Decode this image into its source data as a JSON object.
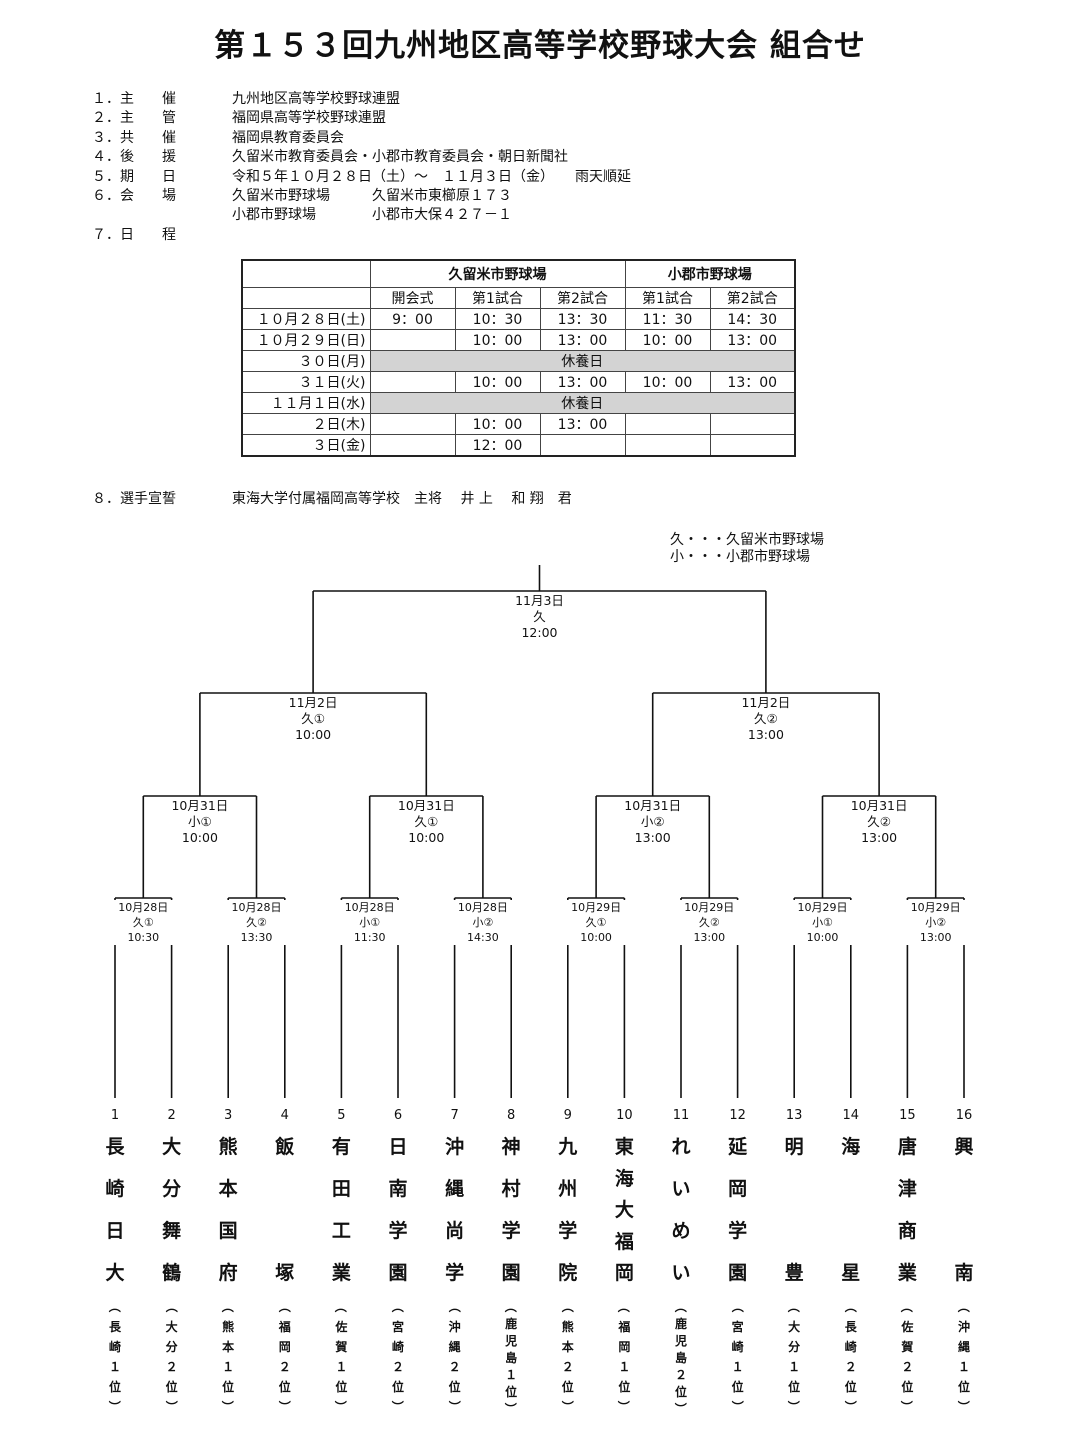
{
  "title": "第１５３回九州地区高等学校野球大会 組合せ",
  "info": [
    {
      "label": "１．主　　催",
      "value": "九州地区高等学校野球連盟"
    },
    {
      "label": "２．主　　管",
      "value": "福岡県高等学校野球連盟"
    },
    {
      "label": "３．共　　催",
      "value": "福岡県教育委員会"
    },
    {
      "label": "４．後　　援",
      "value": "久留米市教育委員会・小郡市教育委員会・朝日新聞社"
    },
    {
      "label": "５．期　　日",
      "value": "令和５年１０月２８日（土）～　１１月３日（金）　　雨天順延"
    },
    {
      "label": "６．会　　場",
      "value": "久留米市野球場　　　久留米市東櫛原１７３"
    },
    {
      "label": "",
      "value": "小郡市野球場　　　　小郡市大保４２７－１"
    },
    {
      "label": "７．日　　程",
      "value": ""
    }
  ],
  "schedule": {
    "venues": [
      "久留米市野球場",
      "小郡市野球場"
    ],
    "cols": [
      "開会式",
      "第1試合",
      "第2試合",
      "第1試合",
      "第2試合"
    ],
    "rows": [
      {
        "date": "１０月２８日(土)",
        "cells": [
          "9：00",
          "10：30",
          "13：30",
          "11：30",
          "14：30"
        ]
      },
      {
        "date": "１０月２９日(日)",
        "cells": [
          "",
          "10：00",
          "13：00",
          "10：00",
          "13：00"
        ]
      },
      {
        "date": "３０日(月)",
        "rest": "休養日"
      },
      {
        "date": "３１日(火)",
        "cells": [
          "",
          "10：00",
          "13：00",
          "10：00",
          "13：00"
        ]
      },
      {
        "date": "１１月１日(水)",
        "rest": "休養日"
      },
      {
        "date": "２日(木)",
        "cells": [
          "",
          "10：00",
          "13：00",
          "",
          ""
        ]
      },
      {
        "date": "３日(金)",
        "cells": [
          "",
          "12：00",
          "",
          "",
          ""
        ]
      }
    ]
  },
  "oath": {
    "label": "８．選手宣誓",
    "value": "東海大学付属福岡高等学校　主将　 井 上　 和 翔　君"
  },
  "legend": [
    "久・・・久留米市野球場",
    "小・・・小郡市野球場"
  ],
  "matches": {
    "final": {
      "date": "11月3日",
      "venue": "久",
      "time": "12:00"
    },
    "semis": [
      {
        "date": "11月2日",
        "venue": "久①",
        "time": "10:00"
      },
      {
        "date": "11月2日",
        "venue": "久②",
        "time": "13:00"
      }
    ],
    "quarters": [
      {
        "date": "10月31日",
        "venue": "小①",
        "time": "10:00"
      },
      {
        "date": "10月31日",
        "venue": "久①",
        "time": "10:00"
      },
      {
        "date": "10月31日",
        "venue": "小②",
        "time": "13:00"
      },
      {
        "date": "10月31日",
        "venue": "久②",
        "time": "13:00"
      }
    ],
    "first": [
      {
        "date": "10月28日",
        "venue": "久①",
        "time": "10:30"
      },
      {
        "date": "10月28日",
        "venue": "久②",
        "time": "13:30"
      },
      {
        "date": "10月28日",
        "venue": "小①",
        "time": "11:30"
      },
      {
        "date": "10月28日",
        "venue": "小②",
        "time": "14:30"
      },
      {
        "date": "10月29日",
        "venue": "久①",
        "time": "10:00"
      },
      {
        "date": "10月29日",
        "venue": "久②",
        "time": "13:00"
      },
      {
        "date": "10月29日",
        "venue": "小①",
        "time": "10:00"
      },
      {
        "date": "10月29日",
        "venue": "小②",
        "time": "13:00"
      }
    ]
  },
  "teams": [
    {
      "num": "1",
      "school": [
        "長",
        "崎",
        "日",
        "大"
      ],
      "pref": [
        "（",
        "長",
        "崎",
        "１",
        "位",
        "）"
      ]
    },
    {
      "num": "2",
      "school": [
        "大",
        "分",
        "舞",
        "鶴"
      ],
      "pref": [
        "（",
        "大",
        "分",
        "２",
        "位",
        "）"
      ]
    },
    {
      "num": "3",
      "school": [
        "熊",
        "本",
        "国",
        "府"
      ],
      "pref": [
        "（",
        "熊",
        "本",
        "１",
        "位",
        "）"
      ]
    },
    {
      "num": "4",
      "school": [
        "飯",
        "",
        "",
        "塚"
      ],
      "pref": [
        "（",
        "福",
        "岡",
        "２",
        "位",
        "）"
      ]
    },
    {
      "num": "5",
      "school": [
        "有",
        "田",
        "工",
        "業"
      ],
      "pref": [
        "（",
        "佐",
        "賀",
        "１",
        "位",
        "）"
      ]
    },
    {
      "num": "6",
      "school": [
        "日",
        "南",
        "学",
        "園"
      ],
      "pref": [
        "（",
        "宮",
        "崎",
        "２",
        "位",
        "）"
      ]
    },
    {
      "num": "7",
      "school": [
        "沖",
        "縄",
        "尚",
        "学"
      ],
      "pref": [
        "（",
        "沖",
        "縄",
        "２",
        "位",
        "）"
      ]
    },
    {
      "num": "8",
      "school": [
        "神",
        "村",
        "学",
        "園"
      ],
      "pref": [
        "（",
        "鹿",
        "児",
        "島",
        "１",
        "位",
        "）"
      ]
    },
    {
      "num": "9",
      "school": [
        "九",
        "州",
        "学",
        "院"
      ],
      "pref": [
        "（",
        "熊",
        "本",
        "２",
        "位",
        "）"
      ]
    },
    {
      "num": "10",
      "school": [
        "東",
        "海",
        "大",
        "福",
        "岡"
      ],
      "pref": [
        "（",
        "福",
        "岡",
        "１",
        "位",
        "）"
      ]
    },
    {
      "num": "11",
      "school": [
        "れ",
        "い",
        "め",
        "い"
      ],
      "pref": [
        "（",
        "鹿",
        "児",
        "島",
        "２",
        "位",
        "）"
      ]
    },
    {
      "num": "12",
      "school": [
        "延",
        "岡",
        "学",
        "園"
      ],
      "pref": [
        "（",
        "宮",
        "崎",
        "１",
        "位",
        "）"
      ]
    },
    {
      "num": "13",
      "school": [
        "明",
        "",
        "",
        "豊"
      ],
      "pref": [
        "（",
        "大",
        "分",
        "１",
        "位",
        "）"
      ]
    },
    {
      "num": "14",
      "school": [
        "海",
        "",
        "",
        "星"
      ],
      "pref": [
        "（",
        "長",
        "崎",
        "２",
        "位",
        "）"
      ]
    },
    {
      "num": "15",
      "school": [
        "唐",
        "津",
        "商",
        "業"
      ],
      "pref": [
        "（",
        "佐",
        "賀",
        "２",
        "位",
        "）"
      ]
    },
    {
      "num": "16",
      "school": [
        "興",
        "",
        "",
        "南"
      ],
      "pref": [
        "（",
        "沖",
        "縄",
        "１",
        "位",
        "）"
      ]
    }
  ]
}
